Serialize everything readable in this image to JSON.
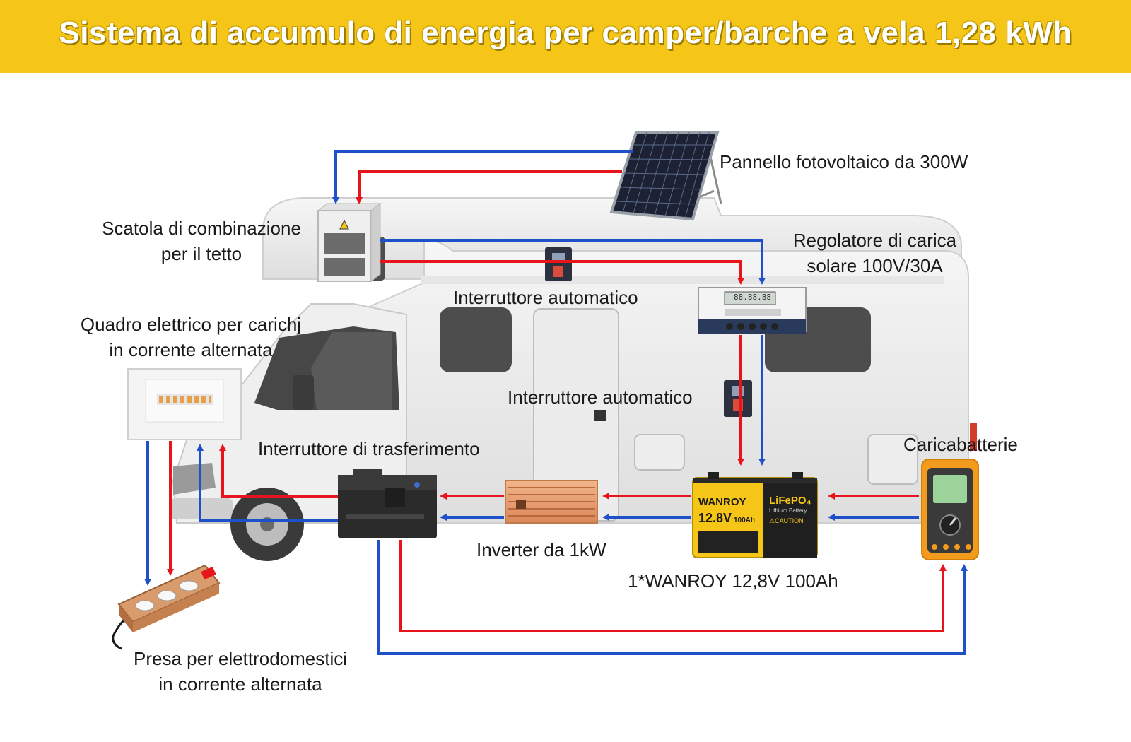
{
  "header": {
    "title": "Sistema di accumulo di energia per camper/barche a vela 1,28 kWh"
  },
  "labels": {
    "solar_panel": "Pannello fotovoltaico da 300W",
    "combiner_box_line1": "Scatola di combinazione",
    "combiner_box_line2": "per il tetto",
    "charge_controller_line1": "Regolatore di carica",
    "charge_controller_line2": "solare 100V/30A",
    "breaker_top": "Interruttore automatico",
    "breaker_middle": "Interruttore automatico",
    "ac_panel_line1": "Quadro elettrico per carichj",
    "ac_panel_line2": "in corrente alternata",
    "transfer_switch": "Interruttore di trasferimento",
    "battery_charger": "Caricabatterie",
    "inverter": "Inverter da 1kW",
    "battery": "1*WANROY 12,8V 100Ah",
    "outlet_line1": "Presa per elettrodomestici",
    "outlet_line2": "in corrente alternata"
  },
  "battery_face": {
    "brand": "WANROY",
    "chemistry": "LiFePO₄",
    "subtitle": "Lithium Battery",
    "voltage": "12.8V",
    "capacity": "100Ah",
    "caution": "⚠CAUTION"
  },
  "controller_display": "88.88.88",
  "colors": {
    "header_bg": "#f5c518",
    "positive_wire": "#e8141b",
    "negative_wire": "#1f4fc9",
    "battery_yellow": "#f5c518",
    "charger_orange": "#f39b1c"
  }
}
